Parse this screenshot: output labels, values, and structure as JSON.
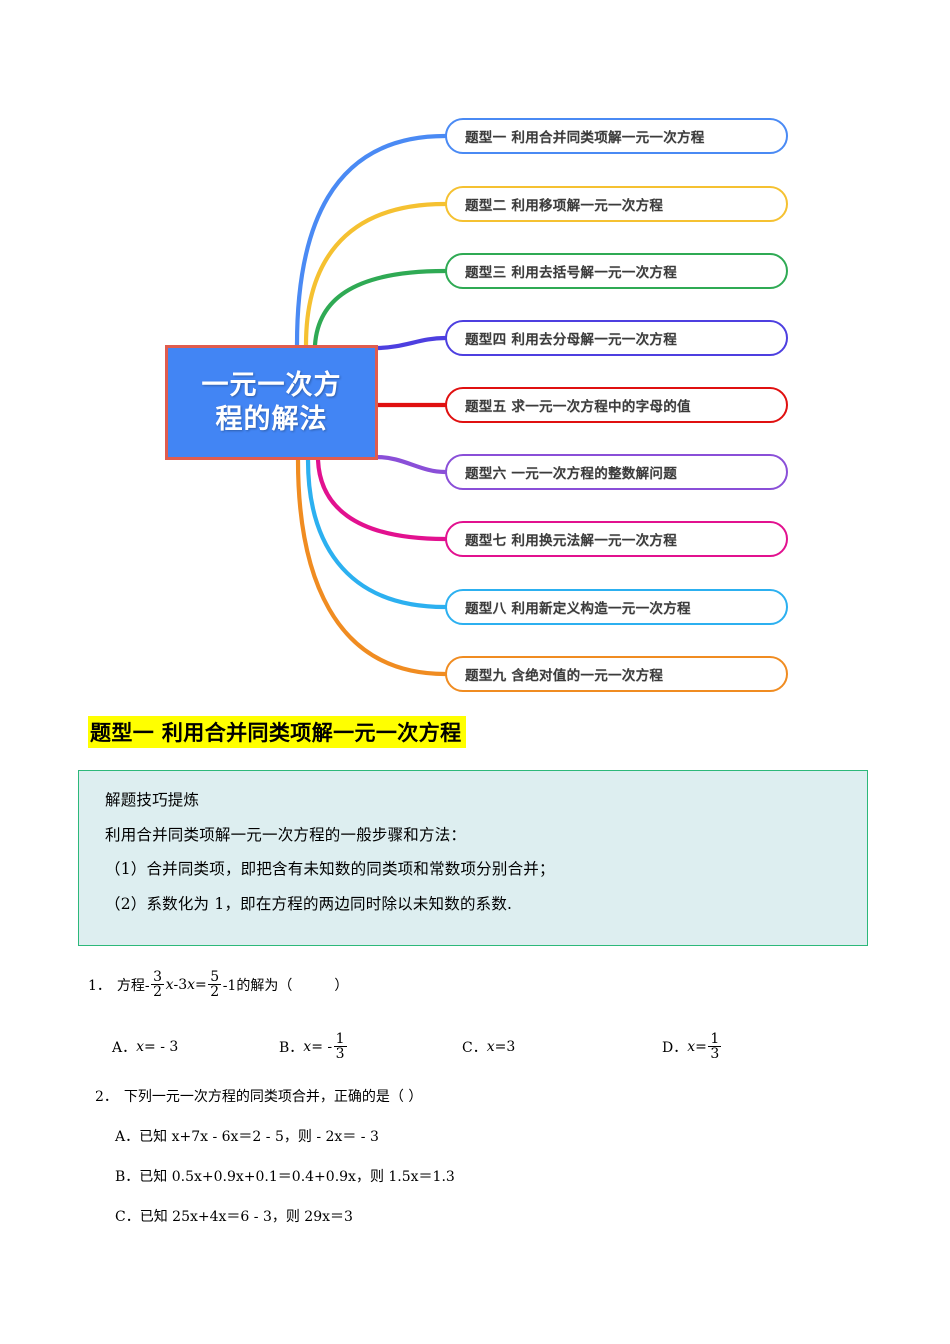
{
  "mindmap": {
    "center": {
      "line1": "一元一次方",
      "line2": "程的解法",
      "fill_color": "#4285f4",
      "border_color": "#e05c4e"
    },
    "nodes": [
      {
        "label": "题型一  利用合并同类项解一元一次方程",
        "color": "#4a8af4"
      },
      {
        "label": "题型二  利用移项解一元一次方程",
        "color": "#f5c131"
      },
      {
        "label": "题型三  利用去括号解一元一次方程",
        "color": "#2faa54"
      },
      {
        "label": "题型四  利用去分母解一元一次方程",
        "color": "#4d3fe0"
      },
      {
        "label": "题型五   求一元一次方程中的字母的值",
        "color": "#e01010"
      },
      {
        "label": "题型六 一元一次方程的整数解问题",
        "color": "#8a4fd8"
      },
      {
        "label": "题型七   利用换元法解一元一次方程",
        "color": "#e2118f"
      },
      {
        "label": "题型八   利用新定义构造一元一次方程",
        "color": "#2cb0f0"
      },
      {
        "label": "题型九   含绝对值的一元一次方程",
        "color": "#f08c21"
      }
    ]
  },
  "section": {
    "title": "题型一    利用合并同类项解一元一次方程",
    "highlight_color": "#ffff00"
  },
  "tip_box": {
    "border_color": "#2cb87a",
    "background_color": "#ddeef0",
    "lines": [
      "解题技巧提炼",
      "利用合并同类项解一元一次方程的一般步骤和方法：",
      "（1）合并同类项，即把含有未知数的同类项和常数项分别合并；",
      "（2）系数化为 1，即在方程的两边同时除以未知数的系数."
    ]
  },
  "questions": [
    {
      "number": "1．",
      "stem_parts": {
        "p1": "方程-",
        "frac1_num": "3",
        "frac1_den": "2",
        "p2": "x",
        "p3": "-3",
        "p4": "x",
        "p5": "=",
        "frac2_num": "5",
        "frac2_den": "2",
        "p6": "-1的解为（",
        "p7": "）"
      },
      "options": [
        {
          "letter": "A．",
          "text": "x= - 3",
          "var": "x",
          "rest": "= - 3"
        },
        {
          "letter": "B．",
          "var": "x",
          "rest": "= -",
          "frac_num": "1",
          "frac_den": "3"
        },
        {
          "letter": "C．",
          "var": "x",
          "rest": "=3"
        },
        {
          "letter": "D．",
          "var": "x",
          "rest": "=",
          "frac_num": "1",
          "frac_den": "3"
        }
      ]
    },
    {
      "number": "2．",
      "stem": "下列一元一次方程的同类项合并，正确的是（      ）",
      "options": [
        {
          "letter": "A．",
          "text": "已知 x+7x - 6x＝2 - 5，则 - 2x＝ - 3"
        },
        {
          "letter": "B．",
          "text": "已知 0.5x+0.9x+0.1＝0.4+0.9x，则 1.5x＝1.3"
        },
        {
          "letter": "C．",
          "text": "已知 25x+4x＝6 - 3，则 29x＝3"
        }
      ]
    }
  ]
}
